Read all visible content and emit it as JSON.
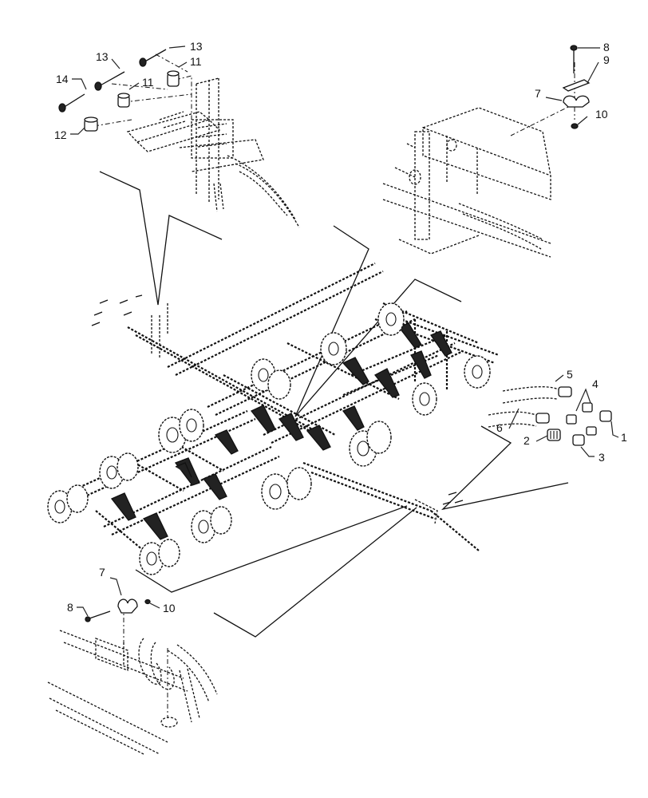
{
  "callouts": {
    "top_left": [
      "13",
      "13",
      "11",
      "14",
      "11",
      "12"
    ],
    "top_right": [
      "8",
      "9",
      "7",
      "10"
    ],
    "right_mid": [
      "5",
      "4",
      "6",
      "2",
      "1",
      "3"
    ],
    "bottom_left": [
      "7",
      "8",
      "10"
    ]
  },
  "icon_names": {
    "bolt": "bolt-icon",
    "bushing": "bushing-icon",
    "clamp": "clamp-icon",
    "nut": "nut-icon",
    "coupler": "coupler-icon",
    "wheel": "wheel-icon"
  }
}
